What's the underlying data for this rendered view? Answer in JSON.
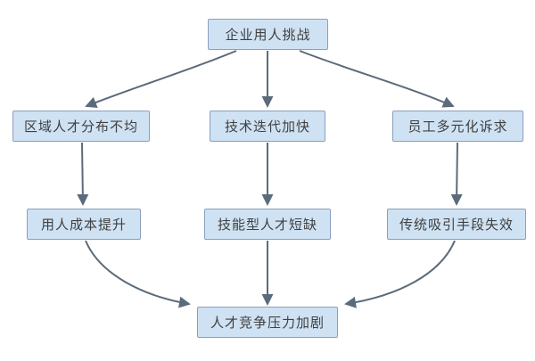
{
  "diagram": {
    "title_node": {
      "label": "企业用人挑战"
    },
    "row2": [
      {
        "label": "区域人才分布不均"
      },
      {
        "label": "技术迭代加快"
      },
      {
        "label": "员工多元化诉求"
      }
    ],
    "row3": [
      {
        "label": "用人成本提升"
      },
      {
        "label": "技能型人才短缺"
      },
      {
        "label": "传统吸引手段失效"
      }
    ],
    "sink_node": {
      "label": "人才竞争压力加剧"
    },
    "edges": [
      {
        "from": "企业用人挑战",
        "to": "区域人才分布不均"
      },
      {
        "from": "企业用人挑战",
        "to": "技术迭代加快"
      },
      {
        "from": "企业用人挑战",
        "to": "员工多元化诉求"
      },
      {
        "from": "区域人才分布不均",
        "to": "用人成本提升"
      },
      {
        "from": "技术迭代加快",
        "to": "技能型人才短缺"
      },
      {
        "from": "员工多元化诉求",
        "to": "传统吸引手段失效"
      },
      {
        "from": "用人成本提升",
        "to": "人才竞争压力加剧"
      },
      {
        "from": "技能型人才短缺",
        "to": "人才竞争压力加剧"
      },
      {
        "from": "传统吸引手段失效",
        "to": "人才竞争压力加剧"
      }
    ],
    "colors": {
      "node_bg": "#cfe2f3",
      "node_border": "#8b9fbd",
      "node_text": "#404040",
      "arrow": "#5b6b7b",
      "background": "#ffffff"
    }
  }
}
